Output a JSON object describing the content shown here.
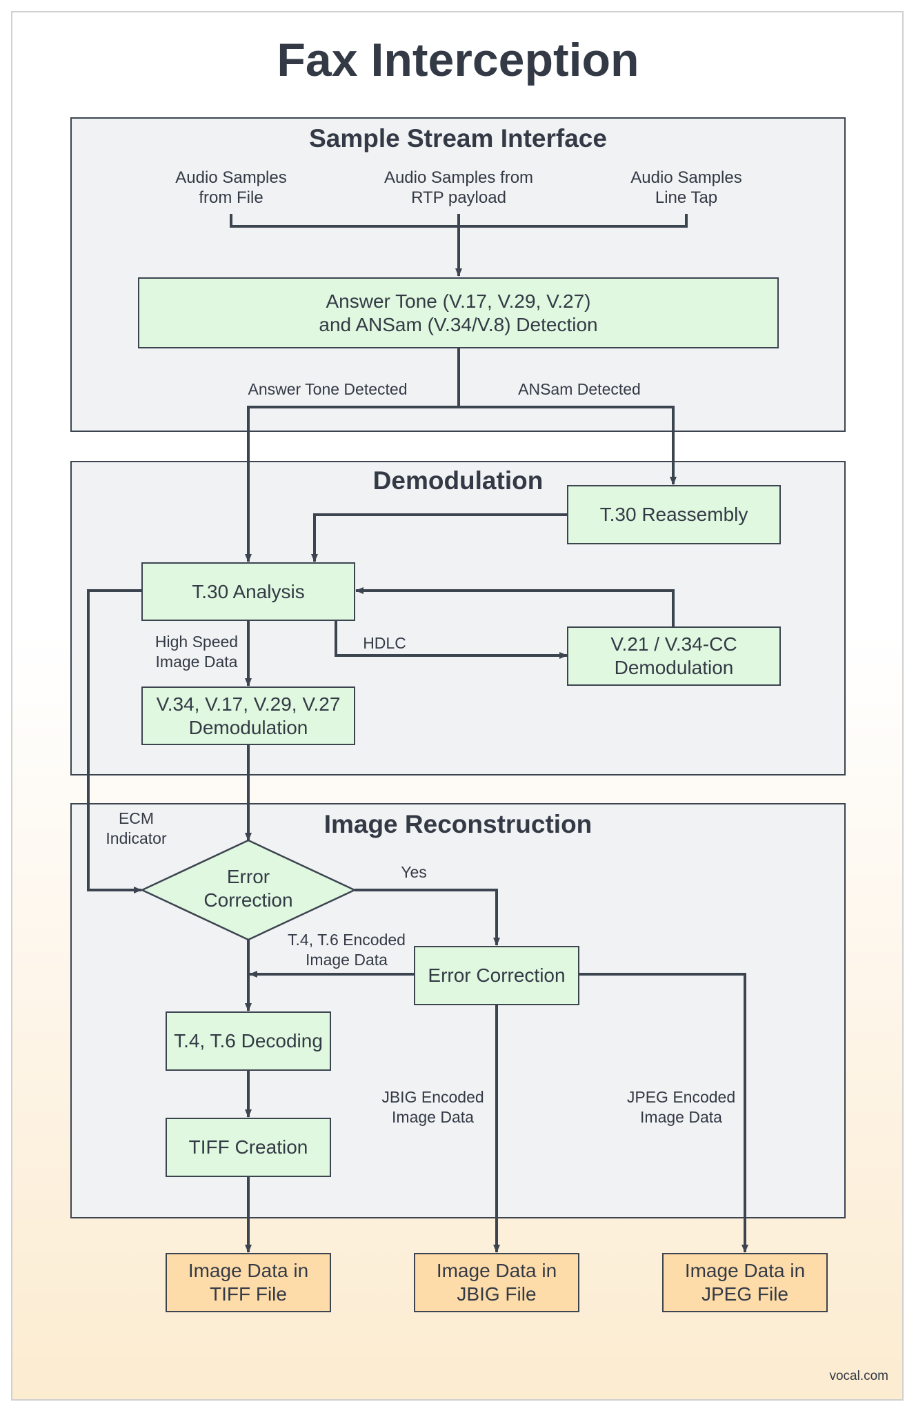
{
  "title": "Fax Interception",
  "footer": "vocal.com",
  "sections": {
    "sample_stream": "Sample Stream Interface",
    "demodulation": "Demodulation",
    "image_reconstruction": "Image Reconstruction"
  },
  "sources": {
    "file": "Audio Samples\nfrom File",
    "rtp": "Audio Samples from\nRTP payload",
    "line_tap": "Audio Samples\nLine Tap"
  },
  "boxes": {
    "answer_tone": "Answer Tone (V.17, V.29, V.27)\nand ANSam (V.34/V.8) Detection",
    "t30_reassembly": "T.30 Reassembly",
    "t30_analysis": "T.30 Analysis",
    "v21_demod": "V.21 / V.34-CC\nDemodulation",
    "v34_demod": "V.34, V.17, V.29, V.27\nDemodulation",
    "error_correction_decision": "Error\nCorrection",
    "error_correction": "Error Correction",
    "t4_t6_decoding": "T.4, T.6 Decoding",
    "tiff_creation": "TIFF Creation"
  },
  "outputs": {
    "tiff": "Image Data in\nTIFF File",
    "jbig": "Image Data in\nJBIG File",
    "jpeg": "Image Data in\nJPEG File"
  },
  "edge_labels": {
    "answer_tone_detected": "Answer Tone Detected",
    "ansam_detected": "ANSam Detected",
    "high_speed_image_data": "High Speed\nImage Data",
    "hdlc": "HDLC",
    "ecm_indicator": "ECM\nIndicator",
    "yes": "Yes",
    "t4_t6_encoded": "T.4, T.6 Encoded\nImage Data",
    "jbig_encoded": "JBIG Encoded\nImage Data",
    "jpeg_encoded": "JPEG Encoded\nImage Data"
  },
  "colors": {
    "process_fill": "#e0f8e0",
    "output_fill": "#fedcaa",
    "section_fill": "#f1f2f4",
    "line": "#3c4450"
  }
}
